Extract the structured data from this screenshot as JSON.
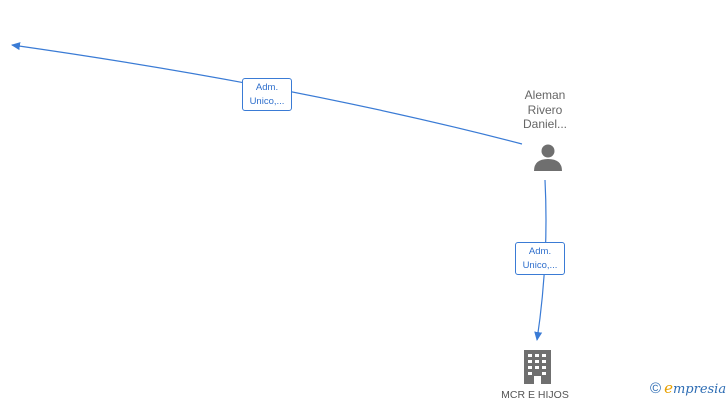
{
  "nodes": {
    "person": {
      "name_lines": [
        "Aleman",
        "Rivero",
        "Daniel..."
      ],
      "icon": "person-icon",
      "color": "#6f6f6f"
    },
    "company": {
      "name": "MCR E HIJOS",
      "icon": "building-icon",
      "color": "#6f6f6f"
    }
  },
  "edges": [
    {
      "from": "person",
      "to": "offscreen-left",
      "label_lines": [
        "Adm.",
        "Unico,..."
      ]
    },
    {
      "from": "person",
      "to": "company",
      "label_lines": [
        "Adm.",
        "Unico,..."
      ]
    }
  ],
  "edge_color": "#3a7bd5",
  "watermark": {
    "copyright": "©",
    "brand_first": "e",
    "brand_rest": "mpresia",
    "brand_color": "#2e6db4",
    "accent_color": "#e8a000"
  }
}
